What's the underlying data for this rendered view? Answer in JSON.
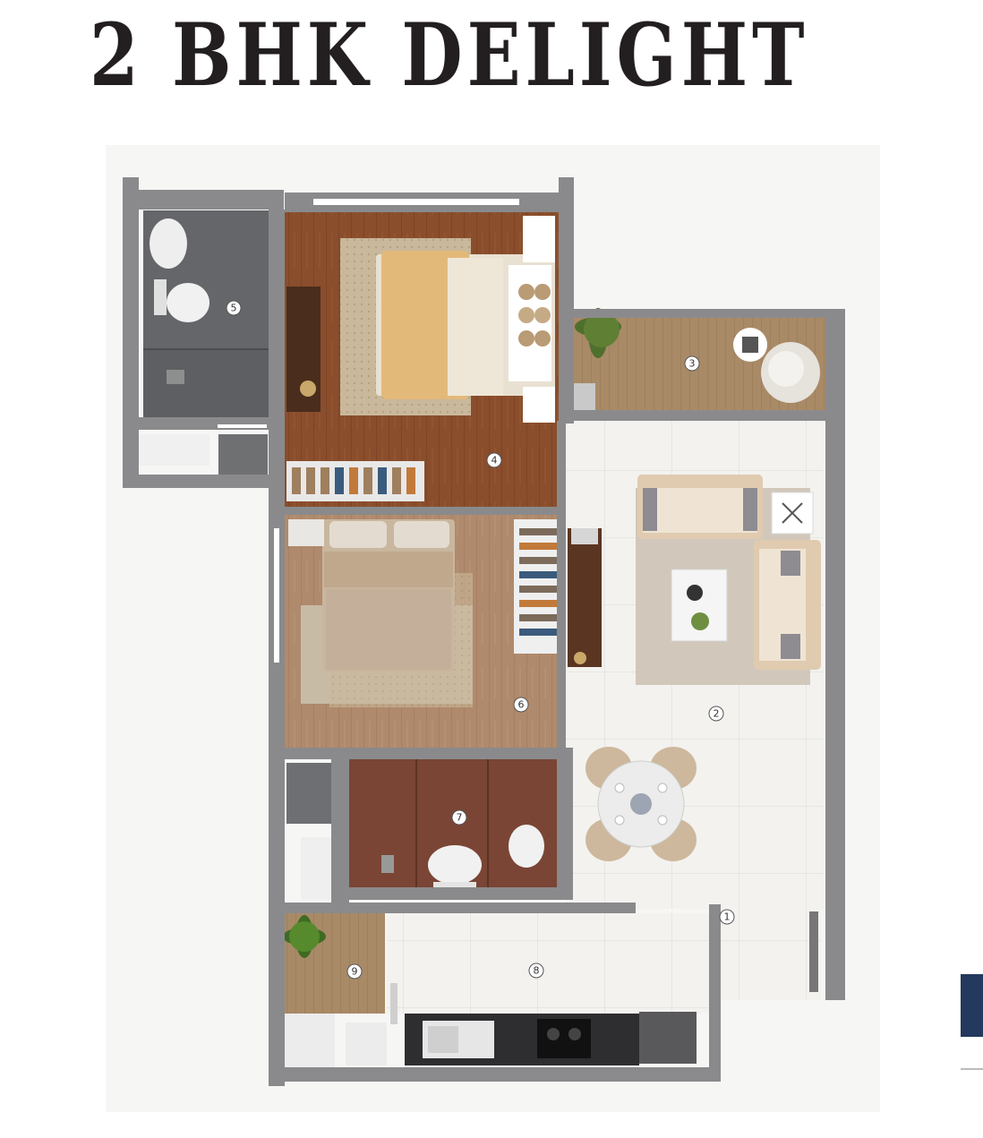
{
  "title": "2 BHK  DELIGHT",
  "rooms": {
    "foyer": "1",
    "living_dining": "2",
    "balcony": "3",
    "master_bedroom": "4",
    "master_toilet": "5",
    "bedroom": "6",
    "common_toilet": "7",
    "kitchen": "8",
    "utility": "9"
  },
  "colors": {
    "wall": "#8a8a8c",
    "wood_dark": "#8a4e2c",
    "wood_light": "#b08a6c",
    "tile": "#f2f1ee",
    "toilet_grey": "#5d5f62",
    "accent_blue": "#23395d"
  }
}
